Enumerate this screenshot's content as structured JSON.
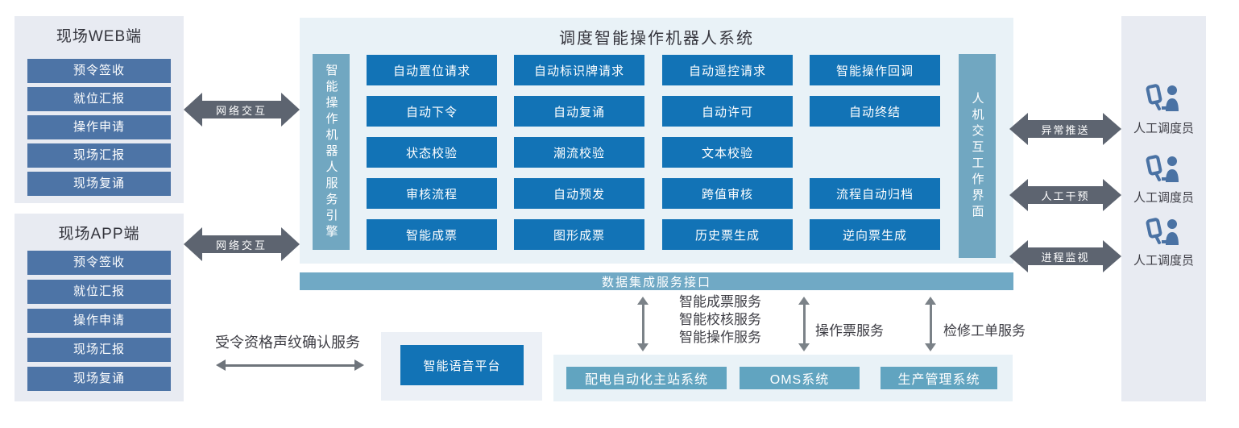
{
  "left_panels": [
    {
      "title": "现场WEB端",
      "items": [
        "预令签收",
        "就位汇报",
        "操作申请",
        "现场汇报",
        "现场复诵"
      ]
    },
    {
      "title": "现场APP端",
      "items": [
        "预令签收",
        "就位汇报",
        "操作申请",
        "现场汇报",
        "现场复诵"
      ]
    }
  ],
  "network_arrows": [
    {
      "label": "网络交互"
    },
    {
      "label": "网络交互"
    }
  ],
  "center": {
    "title": "调度智能操作机器人系统",
    "left_bar": "智能操作机器人服务引擎",
    "right_bar": "人机交互工作界面",
    "grid": [
      [
        "自动置位请求",
        "自动标识牌请求",
        "自动遥控请求",
        "智能操作回调"
      ],
      [
        "自动下令",
        "自动复诵",
        "自动许可",
        "自动终结"
      ],
      [
        "状态校验",
        "潮流校验",
        "文本校验"
      ],
      [
        "审核流程",
        "自动预发",
        "跨值审核",
        "流程自动归档"
      ],
      [
        "智能成票",
        "图形成票",
        "历史票生成",
        "逆向票生成"
      ]
    ]
  },
  "data_bus": {
    "label": "数据集成服务接口"
  },
  "services": {
    "stack_lines": [
      "智能成票服务",
      "智能校核服务",
      "智能操作服务"
    ],
    "op_ticket": "操作票服务",
    "maint_order": "检修工单服务"
  },
  "bottom_systems": {
    "items": [
      "配电自动化主站系统",
      "OMS系统",
      "生产管理系统"
    ]
  },
  "voice": {
    "label": "受令资格声纹确认服务",
    "platform": "智能语音平台"
  },
  "right": {
    "arrows": [
      {
        "label": "异常推送"
      },
      {
        "label": "人工干预"
      },
      {
        "label": "进程监视"
      }
    ],
    "operator_label": "人工调度员"
  },
  "colors": {
    "panel_gray": "#e8ebf2",
    "panel_cyan": "#e9f2f7",
    "steel_blue": "#4d74a6",
    "primary_blue": "#1273b6",
    "bar_teal": "#71a7c1",
    "bus_teal": "#70a9c5",
    "system_teal": "#61a4c0",
    "arrow_gray": "#5d6470",
    "person_blue": "#4a72a4"
  }
}
